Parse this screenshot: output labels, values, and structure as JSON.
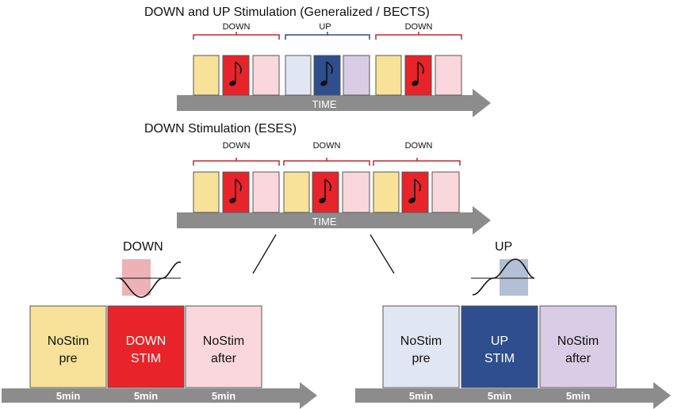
{
  "top_section": {
    "title": "DOWN and UP Stimulation (Generalized / BECTS)",
    "groups": [
      {
        "label": "DOWN",
        "type": "down"
      },
      {
        "label": "UP",
        "type": "up"
      },
      {
        "label": "DOWN",
        "type": "down"
      }
    ],
    "axis_label": "TIME"
  },
  "middle_section": {
    "title": "DOWN Stimulation (ESES)",
    "groups": [
      {
        "label": "DOWN",
        "type": "down"
      },
      {
        "label": "DOWN",
        "type": "down"
      },
      {
        "label": "DOWN",
        "type": "down"
      }
    ],
    "axis_label": "TIME"
  },
  "bottom_left": {
    "label": "DOWN",
    "blocks": [
      {
        "line1": "NoStim",
        "line2": "pre",
        "type": "nostim_pre"
      },
      {
        "line1": "DOWN",
        "line2": "STIM",
        "type": "stim"
      },
      {
        "line1": "NoStim",
        "line2": "after",
        "type": "nostim_after"
      }
    ],
    "durations": [
      "5min",
      "5min",
      "5min"
    ]
  },
  "bottom_right": {
    "label": "UP",
    "blocks": [
      {
        "line1": "NoStim",
        "line2": "pre",
        "type": "nostim_pre"
      },
      {
        "line1": "UP",
        "line2": "STIM",
        "type": "stim"
      },
      {
        "line1": "NoStim",
        "line2": "after",
        "type": "nostim_after"
      }
    ],
    "durations": [
      "5min",
      "5min",
      "5min"
    ]
  },
  "icons": {
    "note": "eighth-note-icon",
    "wave": "sine-wave-icon"
  },
  "colors": {
    "down_pre": "#f8e29a",
    "down_stim": "#e8242a",
    "down_after": "#fad7dc",
    "down_bracket": "#c0282d",
    "up_pre": "#e0e6f2",
    "up_stim": "#2e4e8e",
    "up_after": "#d9cde6",
    "up_bracket": "#2a4a8e",
    "arrow": "#8c8c8c",
    "down_shade": "#e9a4a8",
    "up_shade": "#a5b4cd"
  }
}
